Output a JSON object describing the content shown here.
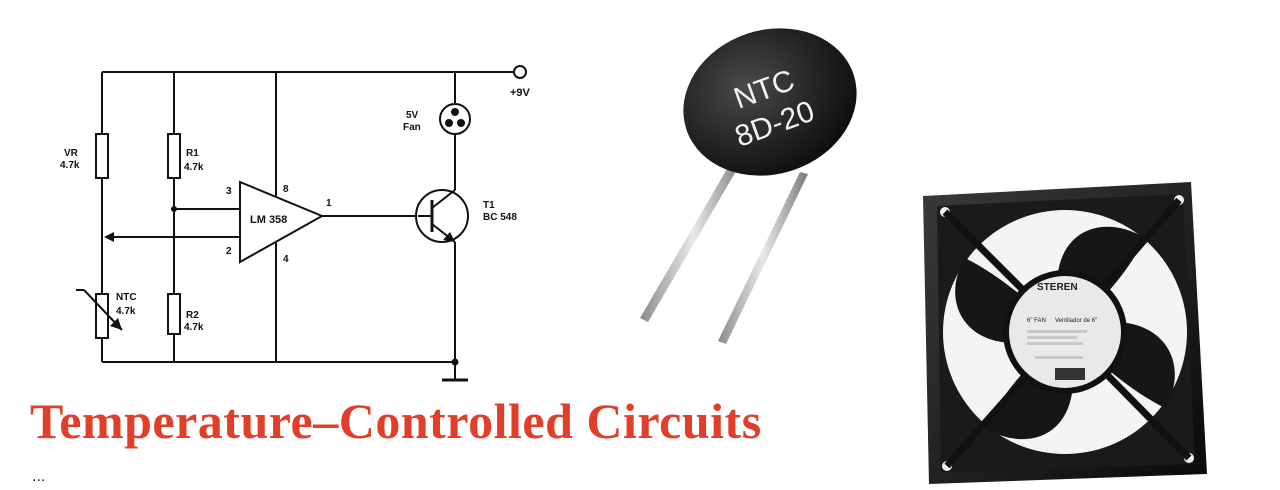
{
  "schematic": {
    "supply_label": "+9V",
    "fan_label_line1": "5V",
    "fan_label_line2": "Fan",
    "vr_name": "VR",
    "vr_value": "4.7k",
    "r1_name": "R1",
    "r1_value": "4.7k",
    "r2_name": "R2",
    "r2_value": "4.7k",
    "ntc_name": "NTC",
    "ntc_value": "4.7k",
    "opamp_label": "LM 358",
    "pin3": "3",
    "pin2": "2",
    "pin8": "8",
    "pin4": "4",
    "pin1": "1",
    "transistor_name": "T1",
    "transistor_part": "BC 548"
  },
  "thermistor": {
    "line1": "NTC",
    "line2": "8D-20"
  },
  "fan": {
    "brand": "STEREN",
    "model": "6\" FAN",
    "model_es": "Ventilador de 6\""
  },
  "title": "Temperature–Controlled Circuits",
  "ellipsis": "..."
}
